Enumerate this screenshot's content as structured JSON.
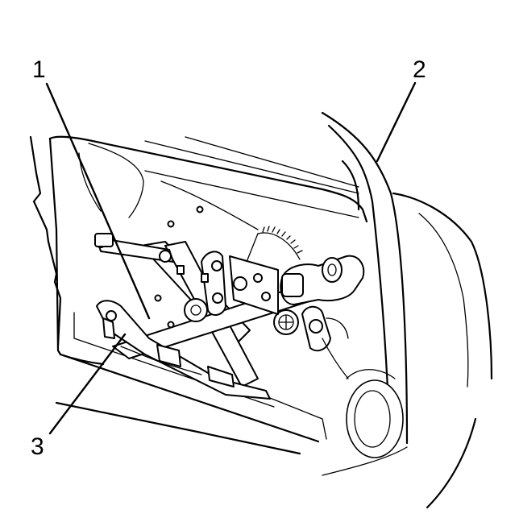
{
  "callouts": {
    "c1": {
      "text": "1"
    },
    "c2": {
      "text": "2"
    },
    "c3": {
      "text": "3"
    }
  }
}
